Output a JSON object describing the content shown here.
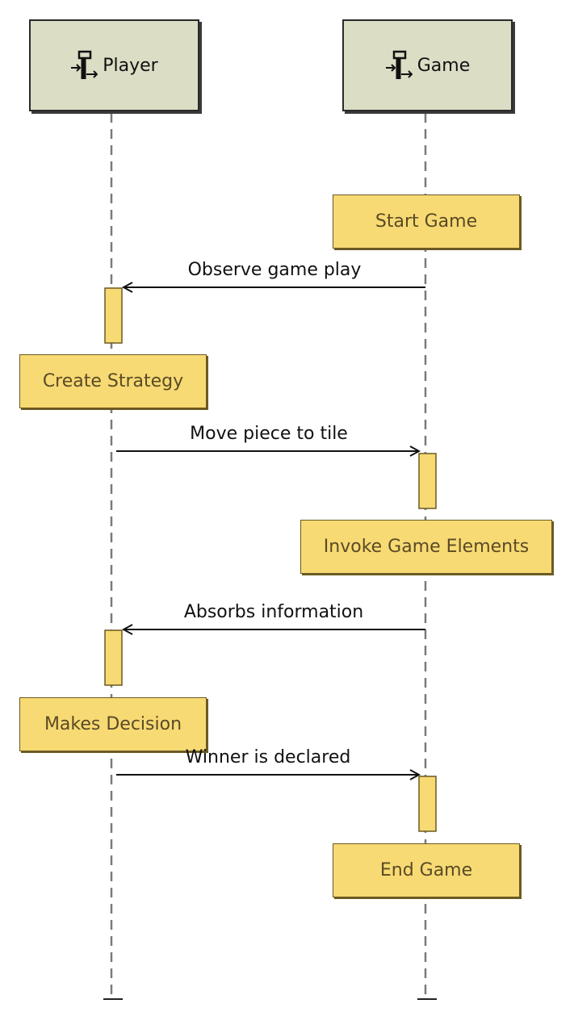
{
  "lifelines": [
    {
      "id": "player",
      "name": "Player",
      "icon": "lifeline-icon"
    },
    {
      "id": "game",
      "name": "Game",
      "icon": "lifeline-icon"
    }
  ],
  "states": [
    {
      "id": "start-game",
      "label": "Start Game",
      "lifeline": "game"
    },
    {
      "id": "create-strategy",
      "label": "Create Strategy",
      "lifeline": "player"
    },
    {
      "id": "invoke-game-elements",
      "label": "Invoke Game Elements",
      "lifeline": "game"
    },
    {
      "id": "makes-decision",
      "label": "Makes Decision",
      "lifeline": "player"
    },
    {
      "id": "end-game",
      "label": "End Game",
      "lifeline": "game"
    }
  ],
  "messages": [
    {
      "id": "observe-game-play",
      "label": "Observe game play",
      "from": "game",
      "to": "player"
    },
    {
      "id": "move-piece-to-tile",
      "label": "Move piece to tile",
      "from": "player",
      "to": "game"
    },
    {
      "id": "absorbs-information",
      "label": "Absorbs information",
      "from": "game",
      "to": "player"
    },
    {
      "id": "winner-is-declared",
      "label": "Winner is declared",
      "from": "player",
      "to": "game"
    }
  ],
  "colors": {
    "lifeline_fill": "#dcddc5",
    "state_fill": "#f7da74",
    "state_border": "#6b5a22",
    "state_text": "#5a4a25",
    "lifeline_dash": "#7a7a7a",
    "arrow": "#111111"
  }
}
